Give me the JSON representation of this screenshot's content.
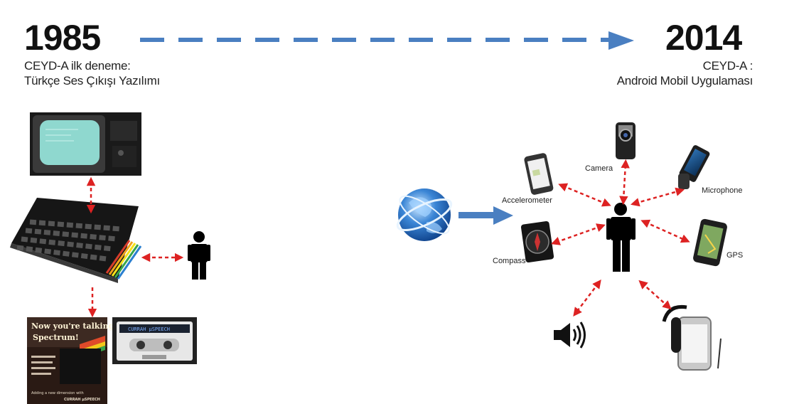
{
  "left": {
    "year": "1985",
    "caption_line1": "CEYD-A ilk deneme:",
    "caption_line2": "Türkçe Ses Çıkışı Yazılımı",
    "poster_line1": "Now you're talking,",
    "poster_line2": "Spectrum!",
    "poster_footer1": "Adding a new dimension with",
    "poster_footer2": "CURRAH µSPEECH",
    "cassette_label": "CURRAH µSPEECH"
  },
  "right": {
    "year": "2014",
    "caption_line1": "CEYD-A :",
    "caption_line2": "Android Mobil Uygulaması"
  },
  "sensors": {
    "camera": "Camera",
    "microphone": "Microphone",
    "accelerometer": "Accelerometer",
    "compass": "Compass",
    "gps": "GPS"
  },
  "colors": {
    "timeline_arrow": "#4a7fc1",
    "dashed_arrows": "#dd2222",
    "person": "#000000"
  }
}
